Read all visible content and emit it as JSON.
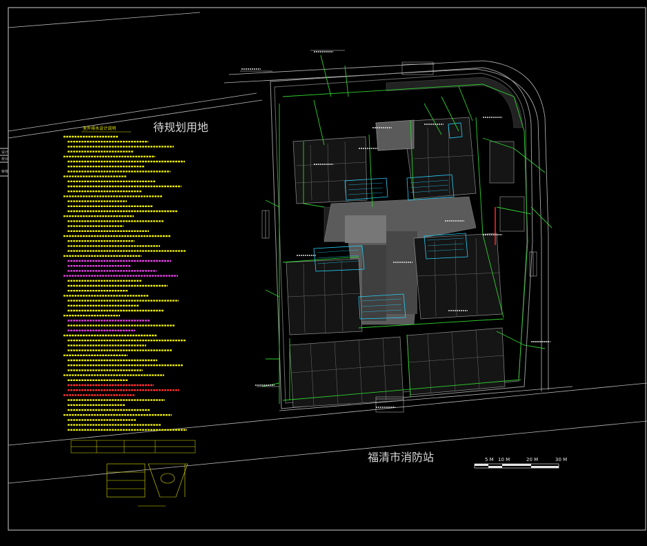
{
  "drawing": {
    "background": "#000000",
    "line_colors": {
      "frame": "#cfcfcf",
      "building": "#8f8f8f",
      "pipe": "#2fd12f",
      "note_text": "#e8e800",
      "note_highlight": "#e040e0",
      "note_alert": "#ff3030",
      "water": "#27d3ff",
      "hydrant": "#ff2020"
    },
    "labels": {
      "reserved_land": "待规划用地",
      "fire_station": "福清市消防站",
      "notes_title": "室外排水设计说明"
    },
    "scale_bar": {
      "labels": [
        "5 M",
        "10 M",
        "20 M",
        "30 M"
      ]
    },
    "side_tags": [
      "设计",
      "校对",
      "审核"
    ]
  }
}
